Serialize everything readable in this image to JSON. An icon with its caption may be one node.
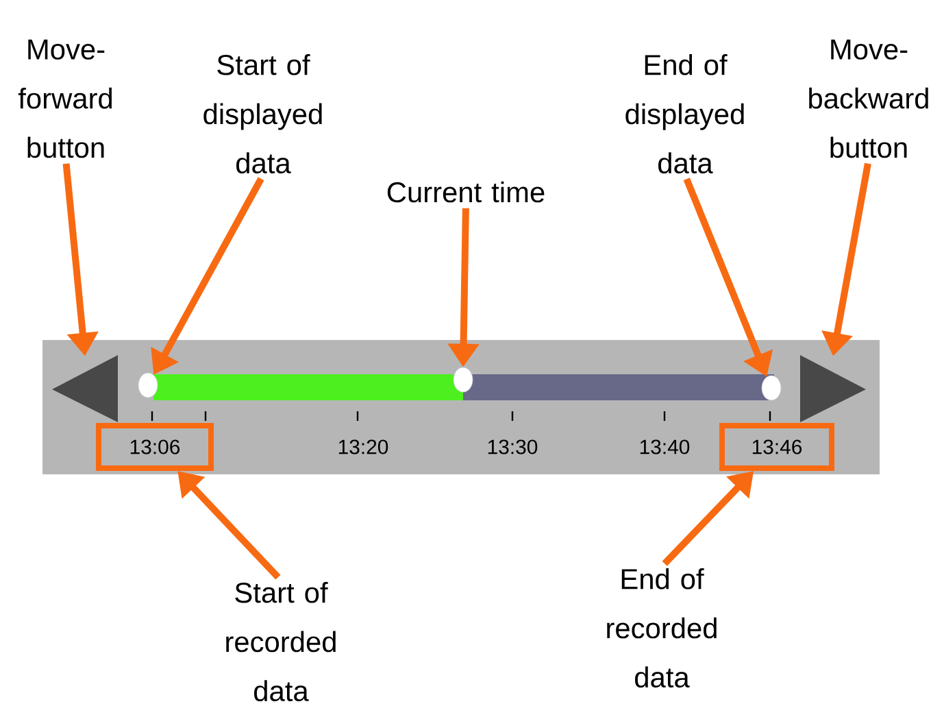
{
  "diagram": {
    "nodes": [
      {
        "text": [
          "Move-forward button"
        ]
      },
      {
        "text": [
          "Start of displayed data"
        ]
      },
      {
        "text": [
          "Current time"
        ]
      },
      {
        "text": [
          "End of displayed data"
        ]
      },
      {
        "text": [
          "Move-backward button"
        ]
      },
      {
        "text": [],
        "shape": "triangle"
      },
      {
        "text": [],
        "shape": "circle"
      },
      {
        "text": [],
        "shape": "circle"
      },
      {
        "text": [],
        "shape": "circle"
      },
      {
        "text": [],
        "shape": "triangle"
      },
      {
        "text": [
          "13:06"
        ]
      },
      {
        "text": [
          "13:46"
        ]
      },
      {
        "text": [
          "Start of recorded data"
        ]
      },
      {
        "text": [
          "End of recorded data"
        ]
      }
    ],
    "edges": [
      {
        "from": 0,
        "to": 5,
        "arrow": "to"
      },
      {
        "from": 1,
        "to": 6,
        "arrow": "to"
      },
      {
        "from": 2,
        "to": 7,
        "arrow": "to"
      },
      {
        "from": 3,
        "to": 8,
        "arrow": "to"
      },
      {
        "from": 4,
        "to": 9,
        "arrow": "to"
      },
      {
        "from": 12,
        "to": 10,
        "arrow": "to"
      },
      {
        "from": 13,
        "to": 11,
        "arrow": "to"
      }
    ],
    "labels": [
      "13:20",
      "13:30",
      "13:40"
    ]
  }
}
